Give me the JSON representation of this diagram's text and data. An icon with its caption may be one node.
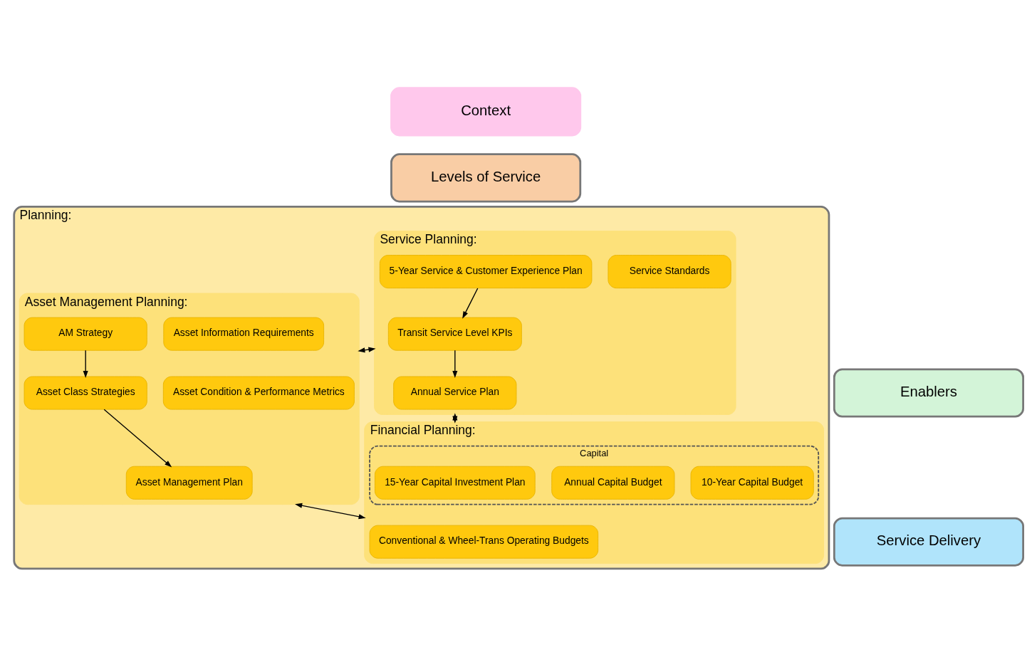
{
  "diagram": {
    "nodes": [
      {
        "text": [
          "Context"
        ]
      },
      {
        "text": [
          "Levels of Service"
        ]
      },
      {
        "text": [
          "Planning:"
        ]
      },
      {
        "text": [
          "Service Planning:"
        ],
        "in": 2
      },
      {
        "text": [
          "5-Year Service & Customer Experience Plan"
        ],
        "in": 3
      },
      {
        "text": [
          "Service Standards"
        ],
        "in": 3
      },
      {
        "text": [
          "Transit Service Level KPIs"
        ],
        "in": 3
      },
      {
        "text": [
          "Annual Service Plan"
        ],
        "in": 3
      },
      {
        "text": [
          "Asset Management Planning:"
        ],
        "in": 2
      },
      {
        "text": [
          "AM Strategy"
        ],
        "in": 8
      },
      {
        "text": [
          "Asset Information Requirements"
        ],
        "in": 8
      },
      {
        "text": [
          "Asset Class Strategies"
        ],
        "in": 8
      },
      {
        "text": [
          "Asset Condition & Performance Metrics"
        ],
        "in": 8
      },
      {
        "text": [
          "Asset Management Plan"
        ],
        "in": 8
      },
      {
        "text": [
          "Financial Planning:"
        ],
        "in": 2
      },
      {
        "text": [
          "Capital"
        ],
        "in": 14
      },
      {
        "text": [
          "15-Year Capital Investment Plan"
        ],
        "in": 15
      },
      {
        "text": [
          "Annual Capital Budget"
        ],
        "in": 15
      },
      {
        "text": [
          "10-Year Capital Budget"
        ],
        "in": 15
      },
      {
        "text": [
          "Conventional & Wheel-Trans Operating Budgets"
        ],
        "in": 14
      },
      {
        "text": [
          "Enablers"
        ]
      },
      {
        "text": [
          "Service Delivery"
        ]
      }
    ],
    "edges": [
      {
        "from": 4,
        "to": 6,
        "arrow": "to"
      },
      {
        "from": 6,
        "to": 7,
        "arrow": "to"
      },
      {
        "from": 9,
        "to": 11,
        "arrow": "to"
      },
      {
        "from": 11,
        "to": 13,
        "arrow": "to"
      },
      {
        "from": 3,
        "to": 8,
        "arrow": "both"
      },
      {
        "from": 3,
        "to": 14,
        "arrow": "both"
      },
      {
        "from": 8,
        "to": 14,
        "arrow": "both"
      }
    ]
  }
}
